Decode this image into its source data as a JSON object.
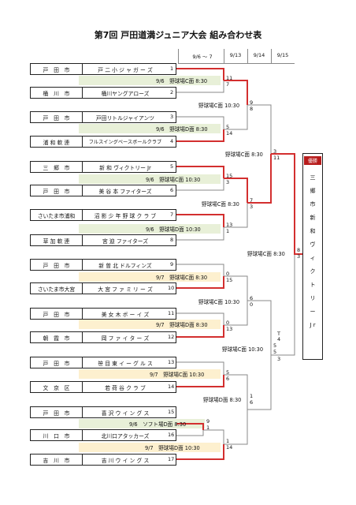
{
  "title": "第7回 戸田道満ジュニア大会 組み合わせ表",
  "columns": [
    "9/6 〜 7",
    "9/13",
    "9/14",
    "9/15"
  ],
  "teams": [
    {
      "seed": "1",
      "city": "戸　田　市",
      "name": "戸 二 小 ジ ャ ガ ー ズ"
    },
    {
      "seed": "2",
      "city": "桶　川　市",
      "name": "桶川ヤングアローズ"
    },
    {
      "seed": "3",
      "city": "戸　田　市",
      "name": "戸田リトルジャイアンツ"
    },
    {
      "seed": "4",
      "city": "浦 和 軟 連",
      "name": "フルスイングベースボールクラブ"
    },
    {
      "seed": "5",
      "city": "三　郷　市",
      "name": "新 和 ヴィクトリー Jr"
    },
    {
      "seed": "6",
      "city": "戸　田　市",
      "name": "美 谷 本 ファイターズ"
    },
    {
      "seed": "7",
      "city": "さいたま市浦和",
      "name": "沼 影 少 年 野 球 ク ラ ブ"
    },
    {
      "seed": "8",
      "city": "草 加 軟 連",
      "name": "宮 迫 ファイターズ"
    },
    {
      "seed": "9",
      "city": "戸　田　市",
      "name": "新 曽 北 ドルフィンズ"
    },
    {
      "seed": "10",
      "city": "さいたま市大宮",
      "name": "大 宮 フ ァ ミ リ ー ズ"
    },
    {
      "seed": "11",
      "city": "戸　田　市",
      "name": "美 女 木 ボ ー イ ズ"
    },
    {
      "seed": "12",
      "city": "朝　霞　市",
      "name": "岡 フ ァ イ タ ー ズ"
    },
    {
      "seed": "13",
      "city": "戸　田　市",
      "name": "笹 目 東 イ ー グ ル ス"
    },
    {
      "seed": "14",
      "city": "文　京　区",
      "name": "若 荷 谷 ク ラ ブ"
    },
    {
      "seed": "15",
      "city": "戸　田　市",
      "name": "喜 沢 ウ イ ン グ ス"
    },
    {
      "seed": "16",
      "city": "川　口　市",
      "name": "北川口アタッカーズ"
    },
    {
      "seed": "17",
      "city": "吉　川　市",
      "name": "吉 川 ウ イ ン グ ス"
    }
  ],
  "first_round": [
    {
      "venue": "9/6　野球場C面 8:30",
      "s1": "11",
      "s2": "7"
    },
    {
      "venue": "9/6　野球場D面 8:30",
      "s1": "5",
      "s2": "14"
    },
    {
      "venue": "9/6　野球場C面 10:30",
      "s1": "15",
      "s2": "3"
    },
    {
      "venue": "9/6　野球場D面 10:30",
      "s1": "13",
      "s2": "1"
    },
    {
      "venue": "9/7　野球場C面 8:30",
      "s1": "0",
      "s2": "15"
    },
    {
      "venue": "9/7　野球場D面 8:30",
      "s1": "0",
      "s2": "13"
    },
    {
      "venue": "9/7　野球場C面 10:30",
      "s1": "5",
      "s2": "6"
    },
    {
      "venue": "9/7　野球場D面 10:30",
      "s1": "1",
      "s2": "14"
    },
    {
      "venue": "9/6　ソフト場D面 8:30",
      "s1": "9",
      "s2": "1"
    }
  ],
  "second_round": [
    {
      "venue": "野球場C面 10:30",
      "s1": "9",
      "s2": "8"
    },
    {
      "venue": "野球場C面 8:30",
      "s1": "7",
      "s2": "3"
    },
    {
      "venue": "野球場C面 10:30",
      "s1": "6",
      "s2": "0"
    },
    {
      "venue": "野球場D面 8:30",
      "s1": "1",
      "s2": "6"
    }
  ],
  "semi": [
    {
      "venue": "野球場C面 8:30",
      "s1": "3",
      "s2": "11"
    },
    {
      "venue": "野球場C面 10:30",
      "s1": "5",
      "s2": "5",
      "note": "T 4",
      "extra": "3"
    }
  ],
  "final": {
    "venue": "野球場C面 8:30",
    "s1": "8",
    "s2": "3"
  },
  "champion": {
    "badge": "優勝",
    "name": "三 郷 市 新 和 ヴ ィ ク ト リ ー J r"
  },
  "colors": {
    "win_line": "#d32f2f",
    "green_band": "#e8f0d8",
    "yellow_band": "#fdf0cf"
  }
}
